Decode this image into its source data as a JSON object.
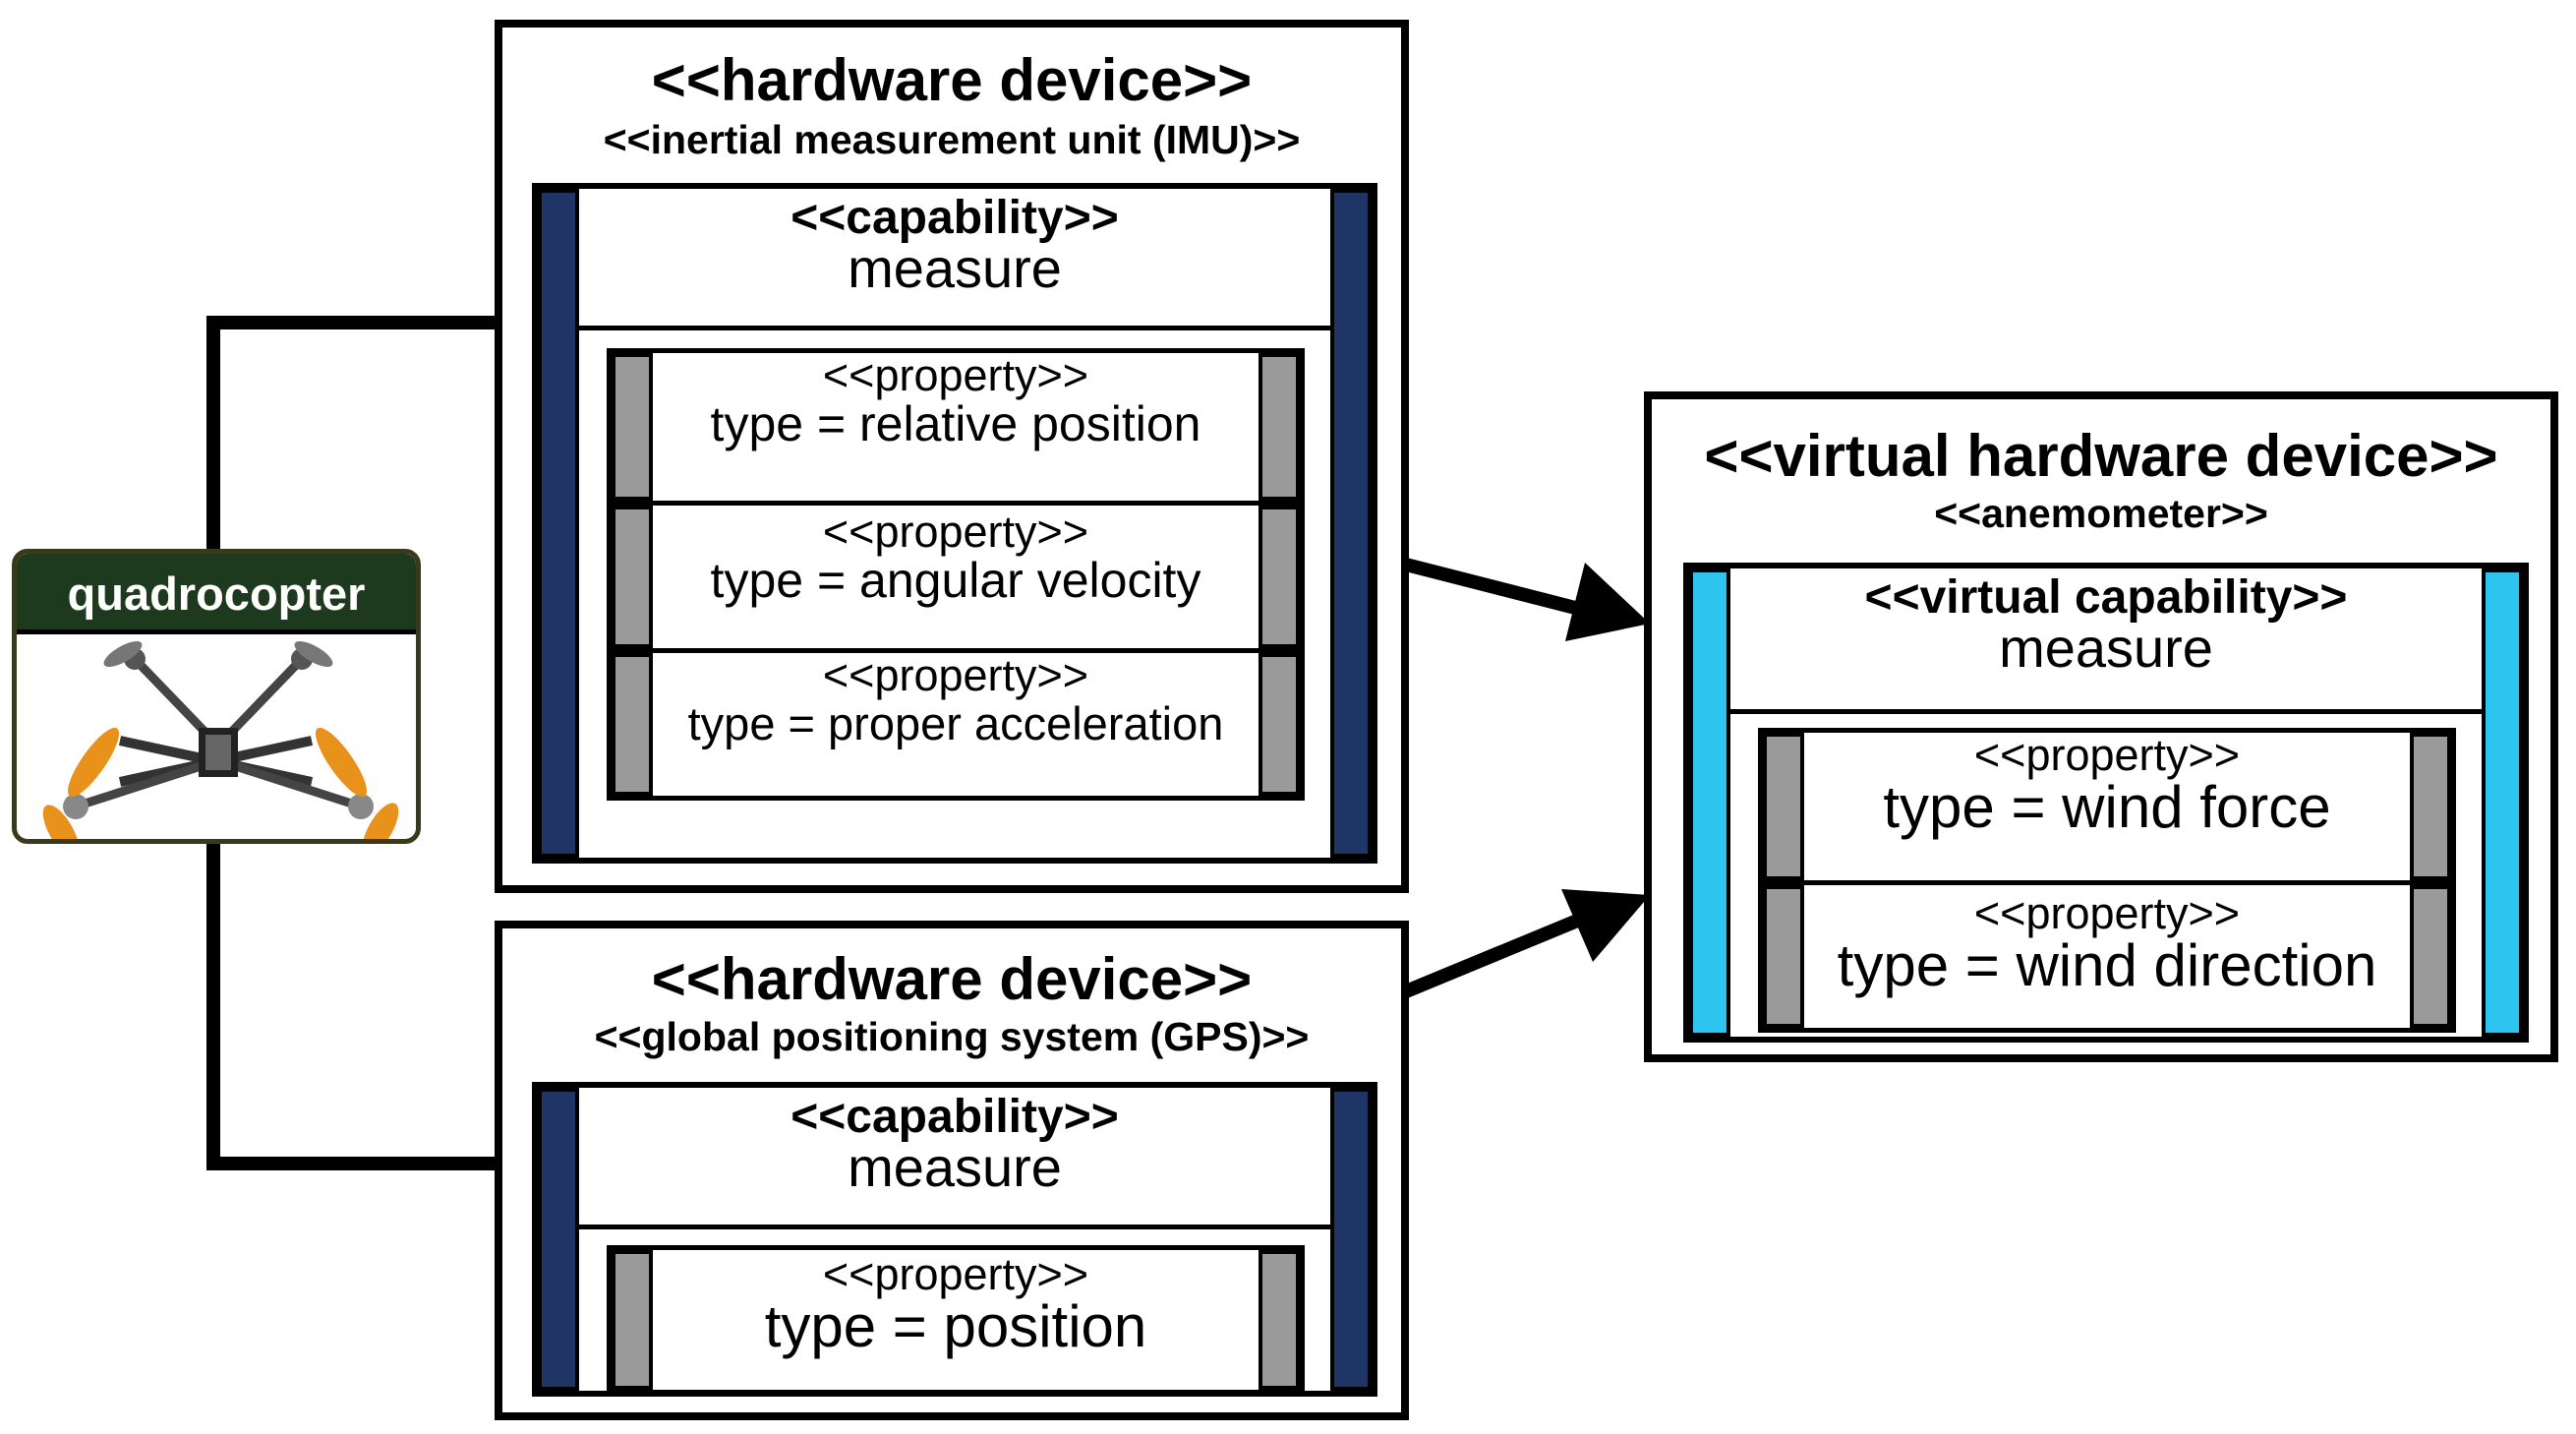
{
  "colors": {
    "imu_gps_bar": "#1f3566",
    "virtual_bar": "#2ec4f0",
    "property_bar": "#9a9a9a",
    "quad_header": "#1e3a1e",
    "propeller": "#e8921c"
  },
  "quadrocopter": {
    "label": "quadrocopter",
    "image": "quadrocopter-drone-icon"
  },
  "imu": {
    "stereotype": "<<hardware device>>",
    "device_type": "<<inertial measurement unit (IMU)>>",
    "capability": {
      "stereotype": "<<capability>>",
      "name": "measure"
    },
    "properties": [
      {
        "stereotype": "<<property>>",
        "value": "type = relative position"
      },
      {
        "stereotype": "<<property>>",
        "value": "type = angular velocity"
      },
      {
        "stereotype": "<<property>>",
        "value": "type = proper acceleration"
      }
    ]
  },
  "gps": {
    "stereotype": "<<hardware device>>",
    "device_type": "<<global positioning system (GPS)>>",
    "capability": {
      "stereotype": "<<capability>>",
      "name": "measure"
    },
    "properties": [
      {
        "stereotype": "<<property>>",
        "value": "type = position"
      }
    ]
  },
  "anemometer": {
    "stereotype": "<<virtual hardware device>>",
    "device_type": "<<anemometer>>",
    "capability": {
      "stereotype": "<<virtual capability>>",
      "name": "measure"
    },
    "properties": [
      {
        "stereotype": "<<property>>",
        "value": "type = wind force"
      },
      {
        "stereotype": "<<property>>",
        "value": "type = wind direction"
      }
    ]
  }
}
